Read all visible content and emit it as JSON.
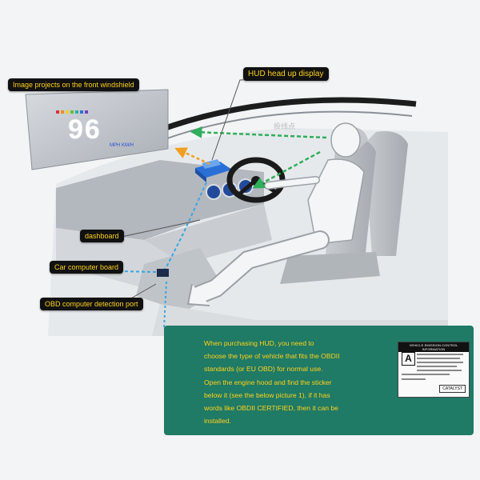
{
  "labels": {
    "windshield": "Image projects on the front windshield",
    "hud": "HUD head up display",
    "dashboard": "dashboard",
    "computer_board": "Car computer board",
    "obd_port": "OBD computer detection port"
  },
  "hud_display": {
    "speed": "96",
    "units": "MPH KM/H"
  },
  "watermark": "投线点",
  "info": {
    "lines": [
      "When purchasing HUD, you need to",
      "choose the type of vehicle that fits the OBDII",
      "standards (or EU OBD) for normal use.",
      "Open the engine hood and find the sticker",
      "below it (see the below picture 1), if it has",
      "words like OBDII CERTIFIED, then it can be",
      "installed."
    ]
  },
  "sticker": {
    "heading": "VEHICLE EMISSION CONTROL INFORMATION",
    "grade": "A",
    "catalyst": "CATALYST"
  },
  "colors": {
    "tag_bg": "#111111",
    "tag_text": "#ffd21a",
    "panel": "#1f7a66",
    "arrow_green": "#2fae5b",
    "arrow_orange": "#f0a020",
    "line_blue": "#3aa6df"
  }
}
